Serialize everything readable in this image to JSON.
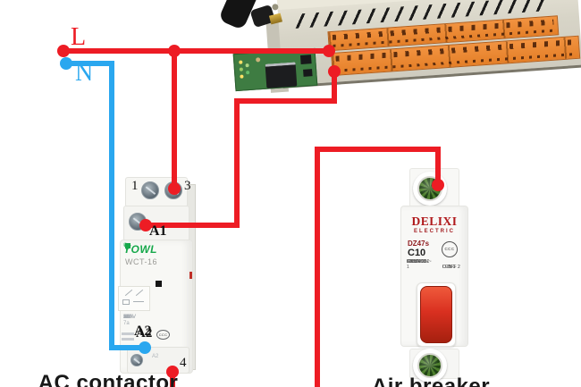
{
  "labels": {
    "live": "L",
    "neutral": "N",
    "terminal_1": "1",
    "terminal_3": "3",
    "terminal_4": "4",
    "coil_a1": "A1",
    "coil_a2": "A2",
    "contactor_caption": "AC contactor",
    "breaker_caption": "Air breaker"
  },
  "contactor": {
    "brand": "YOWL",
    "reg_mark": "®",
    "model": "WCT-16",
    "specs": [
      {
        "k": "Ie",
        "v": "16A"
      },
      {
        "k": "Ue~",
        "v": "250V"
      },
      {
        "k": "Ui~",
        "v": "500V"
      },
      {
        "k": "AC-7a",
        "v": "16A"
      }
    ],
    "printed_a2": "A2",
    "small_terminal_label": "A2",
    "cert": "CCC"
  },
  "breaker": {
    "brand": "DELIXI",
    "brand_line2": "ELECTRIC",
    "model": "DZ47s",
    "rating": "C10",
    "cert": "CCC",
    "specs": [
      "50Hz",
      "230V/400V~",
      "6000A",
      "GB10963.1",
      "IEC60898-1"
    ],
    "on_mark": "I ON 1",
    "off_mark": "O-OFF 2"
  },
  "colors": {
    "live_wire": "#ed1c24",
    "neutral_wire": "#2aa7ef",
    "terminal_orange": "#ef8a35",
    "enclosure_beige": "#d8d5c8",
    "pcb_green": "#3e7c42",
    "contactor_brand_green": "#17a84b",
    "breaker_brand_red": "#b0191c",
    "handle_red": "#d93020"
  }
}
